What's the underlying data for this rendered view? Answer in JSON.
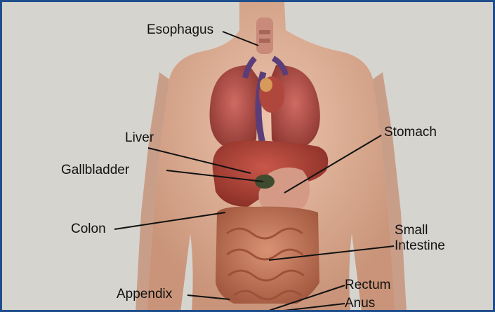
{
  "colors": {
    "border": "#1f4e8c",
    "background": "#d6d4cf",
    "skin": "#e3b79c",
    "lung": "#b8544e",
    "liver": "#b2473a",
    "intestine": "#c27a5c",
    "leader": "#111111"
  },
  "labels": {
    "esophagus": "Esophagus",
    "stomach": "Stomach",
    "liver": "Liver",
    "gallbladder": "Gallbladder",
    "colon": "Colon",
    "small_intestine_line1": "Small",
    "small_intestine_line2": "Intestine",
    "appendix": "Appendix",
    "rectum": "Rectum",
    "anus": "Anus"
  }
}
